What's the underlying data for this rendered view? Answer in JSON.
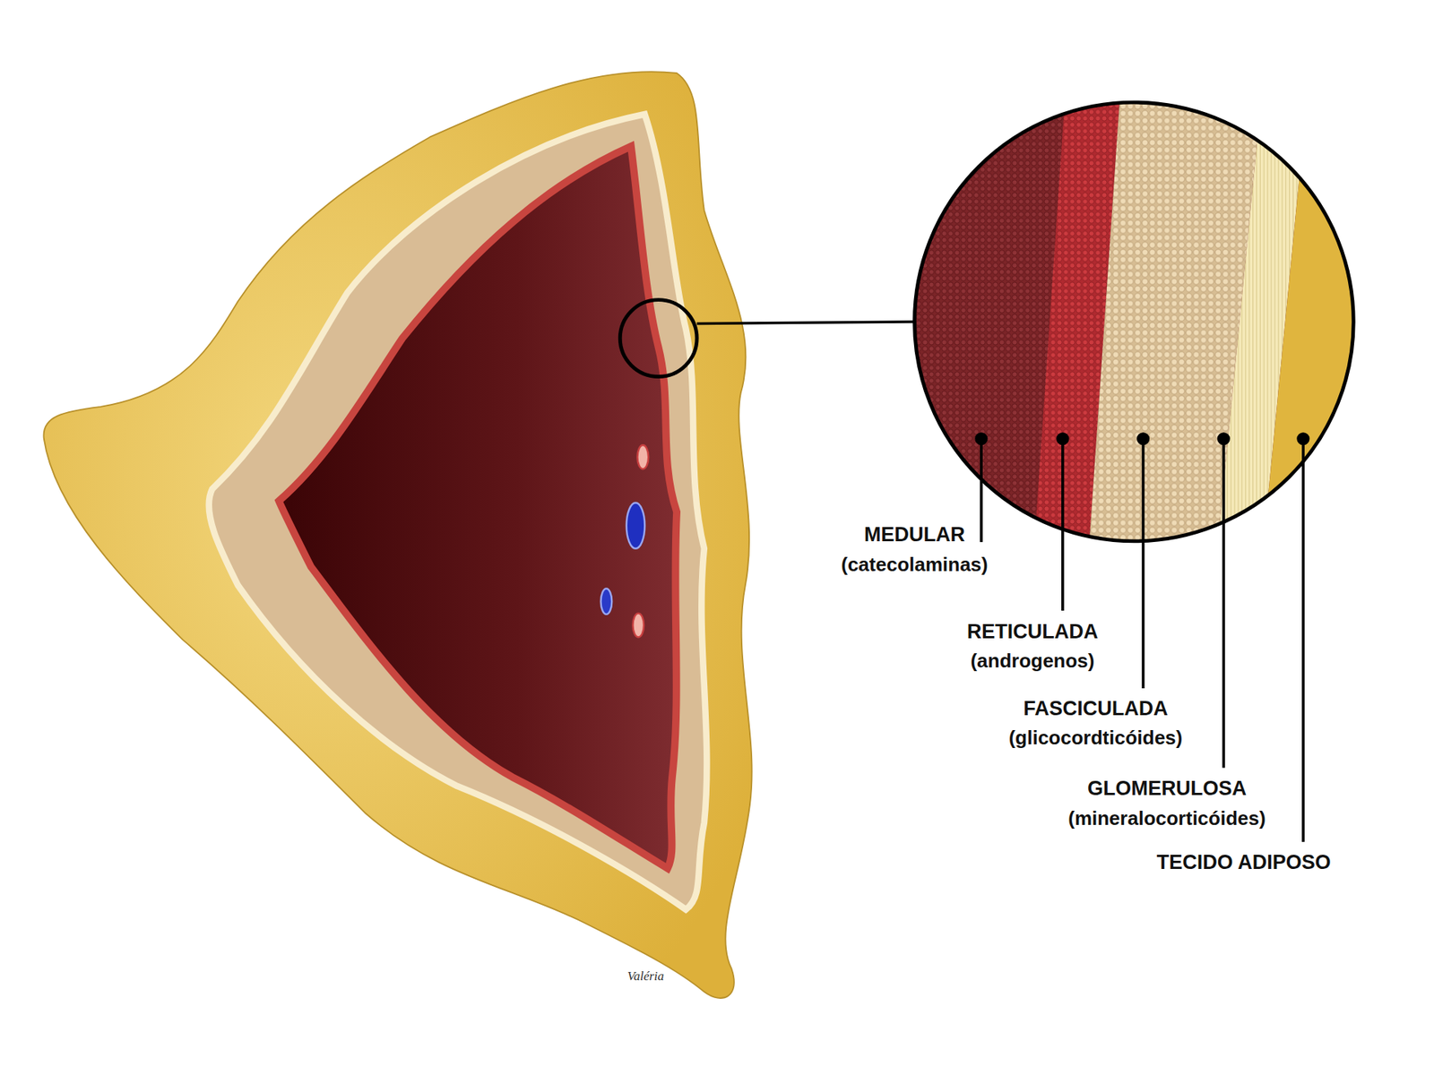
{
  "diagram": {
    "labels": [
      "MEDULAR",
      "(catecolaminas)",
      "RETICULADA",
      "(androgenos)",
      "FASCICULADA",
      "(glicocordticóides)",
      "GLOMERULOSA",
      "(mineralocorticóides)",
      "TECIDO ADIPOSO",
      "Valéria"
    ]
  }
}
